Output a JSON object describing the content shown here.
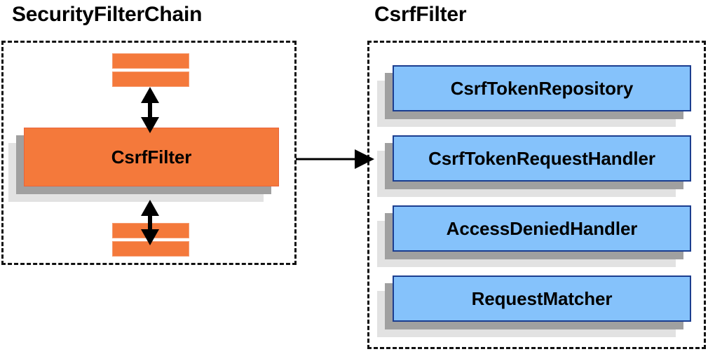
{
  "diagram": {
    "title_left": "SecurityFilterChain",
    "title_right": "CsrfFilter",
    "colors": {
      "orange_fill": "#F4793B",
      "orange_border": "#E8643A",
      "blue_fill": "#85C2FB",
      "blue_border": "#1B3D8F",
      "shadow_dark": "#A0A0A0",
      "shadow_light": "#E2E2E2",
      "panel_border": "#111111",
      "arrow": "#000000",
      "background": "#FFFFFF"
    }
  },
  "left_panel": {
    "title": "SecurityFilterChain",
    "main_block": {
      "label": "CsrfFilter"
    },
    "filters_above": [
      {
        "label": ""
      },
      {
        "label": ""
      }
    ],
    "filters_below": [
      {
        "label": ""
      },
      {
        "label": ""
      }
    ],
    "connectors": [
      {
        "name": "arrow-up-down-above",
        "style": "double-headed-vertical"
      },
      {
        "name": "arrow-up-down-below",
        "style": "double-headed-vertical"
      }
    ]
  },
  "right_panel": {
    "title": "CsrfFilter",
    "collaborators": [
      {
        "label": "CsrfTokenRepository"
      },
      {
        "label": "CsrfTokenRequestHandler"
      },
      {
        "label": "AccessDeniedHandler"
      },
      {
        "label": "RequestMatcher"
      }
    ]
  },
  "cross_connector": {
    "name": "csrf-filter-to-collaborators",
    "style": "single-headed-horizontal",
    "label": ""
  }
}
